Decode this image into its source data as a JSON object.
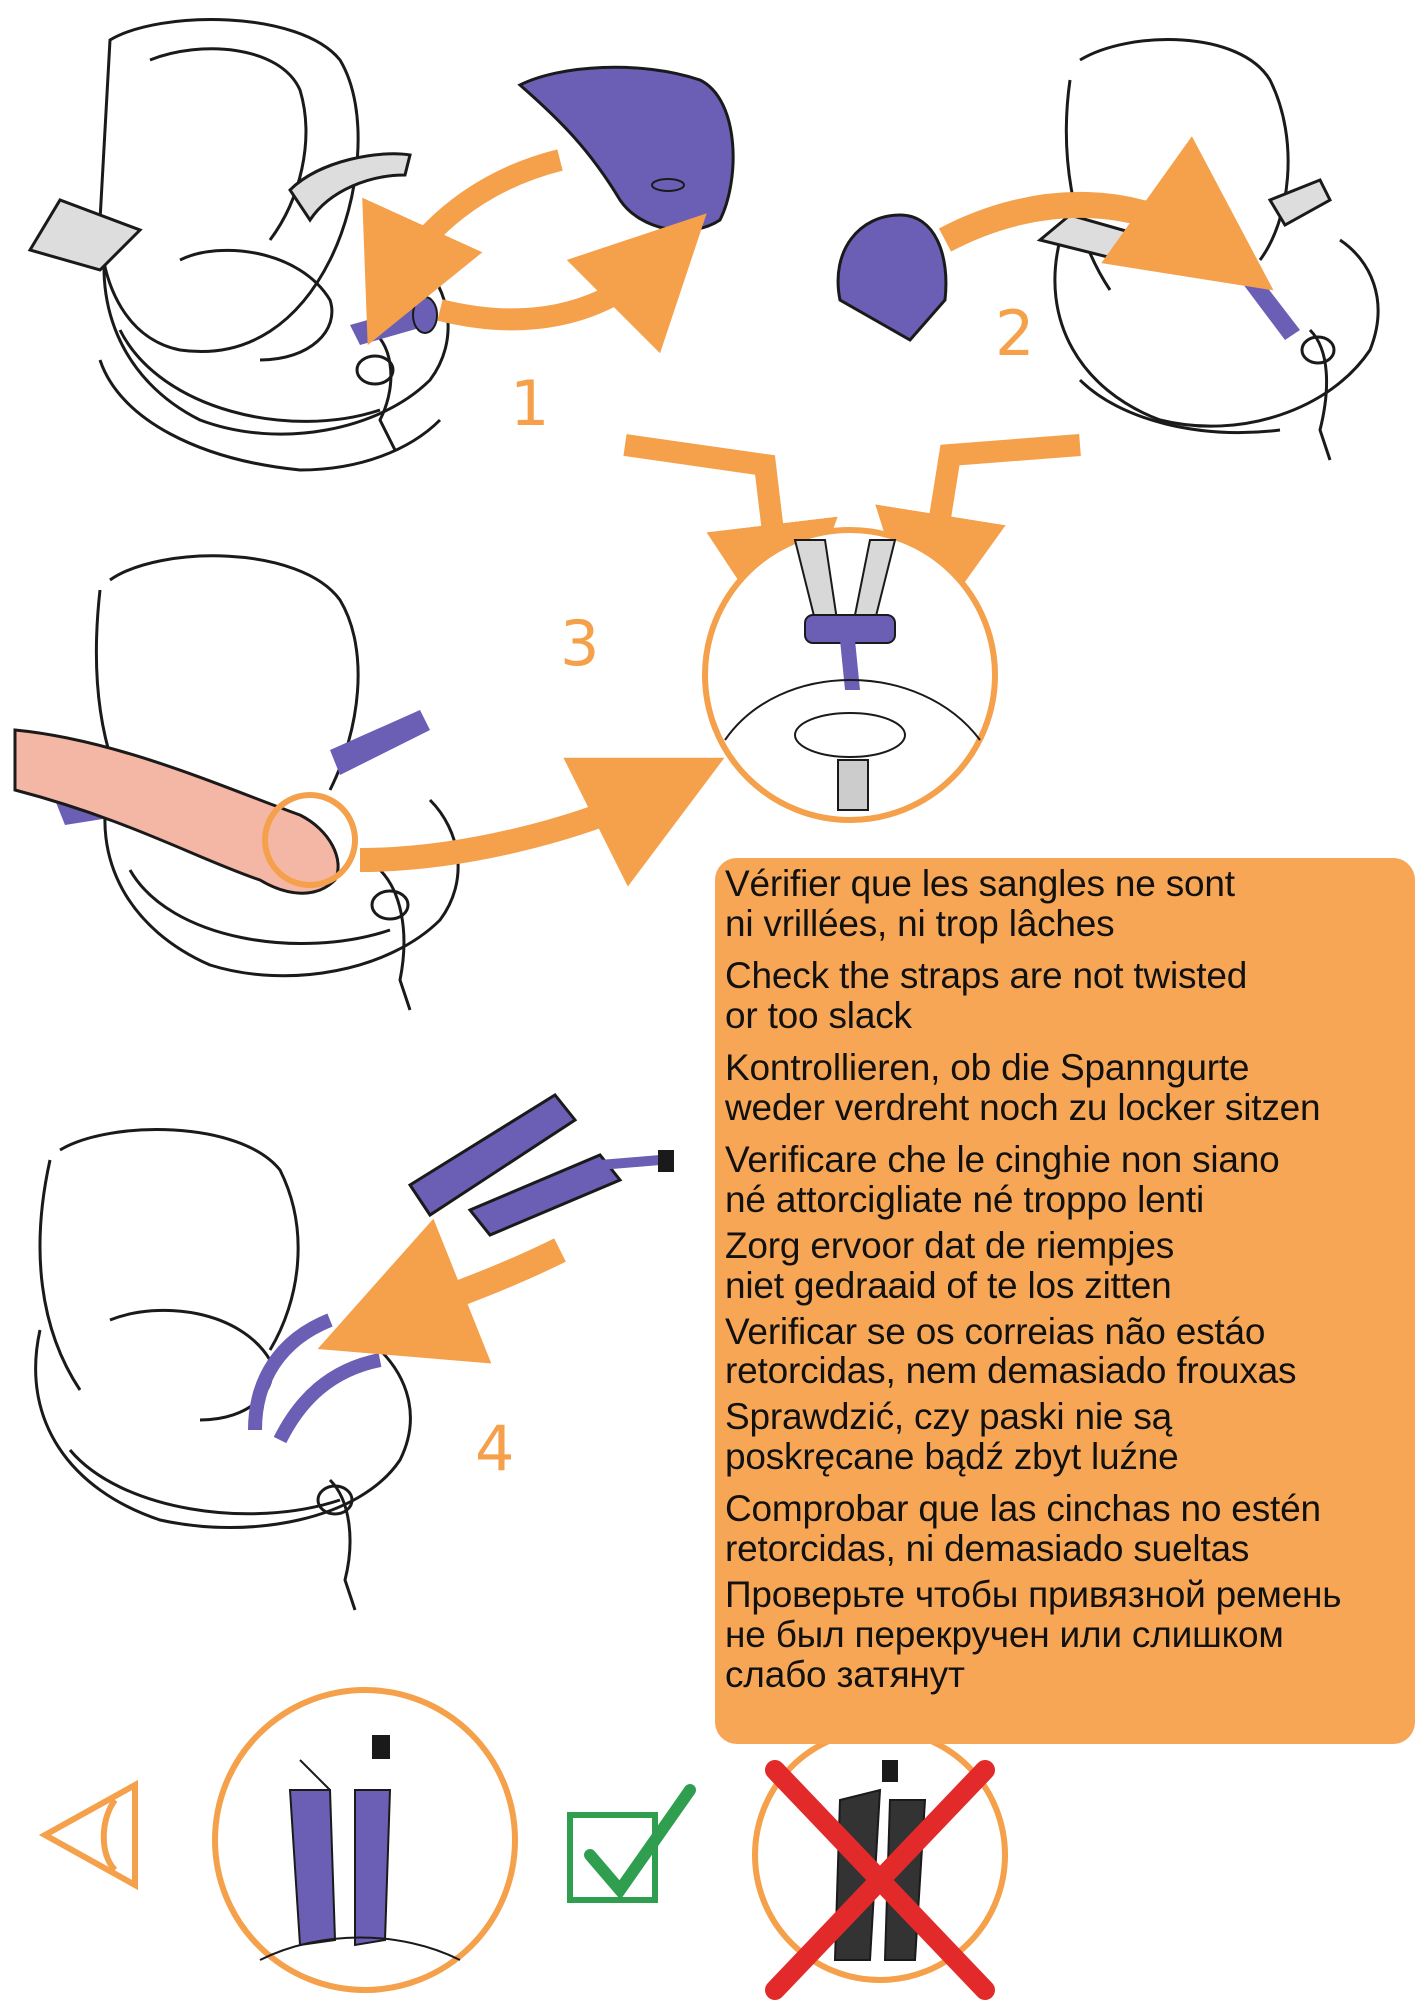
{
  "steps": [
    "1",
    "2",
    "3",
    "4"
  ],
  "instructions": [
    "Vérifier que les sangles ne sont\nni vrillées, ni trop lâches",
    "Check the straps are not twisted\nor too slack",
    "Kontrollieren, ob die Spanngurte\nweder verdreht noch zu locker sitzen",
    "Verificare che le cinghie non siano\nné attorcigliate né troppo lenti",
    "Zorg ervoor dat de riempjes\nniet gedraaid of te los zitten",
    "Verificar se os correias não estáo\nretorcidas, nem demasiado frouxas",
    "Sprawdzić, czy paski nie są\nposkręcane bądź zbyt luźne",
    "Comprobar que las cinchas no estén\nretorcidas, ni demasiado sueltas",
    "Проверьте чтобы привязной ремень\nне был перекручен или слишком\nслабо затянут"
  ],
  "colors": {
    "accent_orange": "#f6a655",
    "arrow_orange": "#f5a04a",
    "strap_purple": "#6b5fb5",
    "check_green": "#2f9e4f",
    "cross_red": "#e32a2a",
    "line": "#1a1a1a"
  },
  "icons": [
    "eye-icon",
    "check-icon",
    "cross-icon"
  ]
}
